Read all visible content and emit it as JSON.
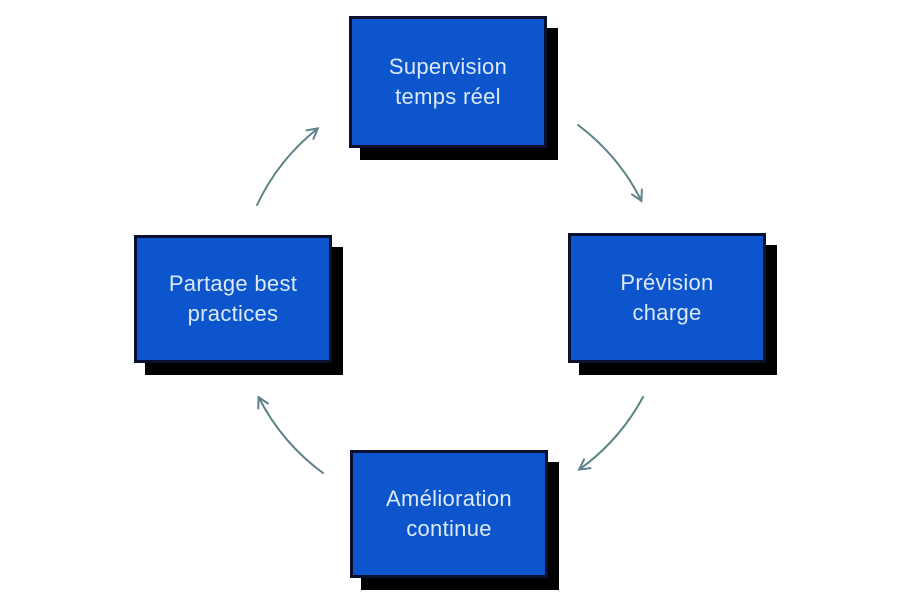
{
  "diagram": {
    "type": "cycle",
    "direction": "clockwise",
    "colors": {
      "background": "#ffffff",
      "node_fill": "#0d55cd",
      "node_border": "#0a102e",
      "node_text": "#dce9f8",
      "node_shadow": "#000000",
      "arrow": "#5d8389"
    },
    "nodes": [
      {
        "id": "top",
        "label": "Supervision\ntemps réel"
      },
      {
        "id": "right",
        "label": "Prévision\ncharge"
      },
      {
        "id": "bottom",
        "label": "Amélioration\ncontinue"
      },
      {
        "id": "left",
        "label": "Partage best\npractices"
      }
    ],
    "arrows": [
      {
        "from": "Supervision temps réel",
        "to": "Prévision charge"
      },
      {
        "from": "Prévision charge",
        "to": "Amélioration continue"
      },
      {
        "from": "Amélioration continue",
        "to": "Partage best practices"
      },
      {
        "from": "Partage best practices",
        "to": "Supervision temps réel"
      }
    ]
  }
}
